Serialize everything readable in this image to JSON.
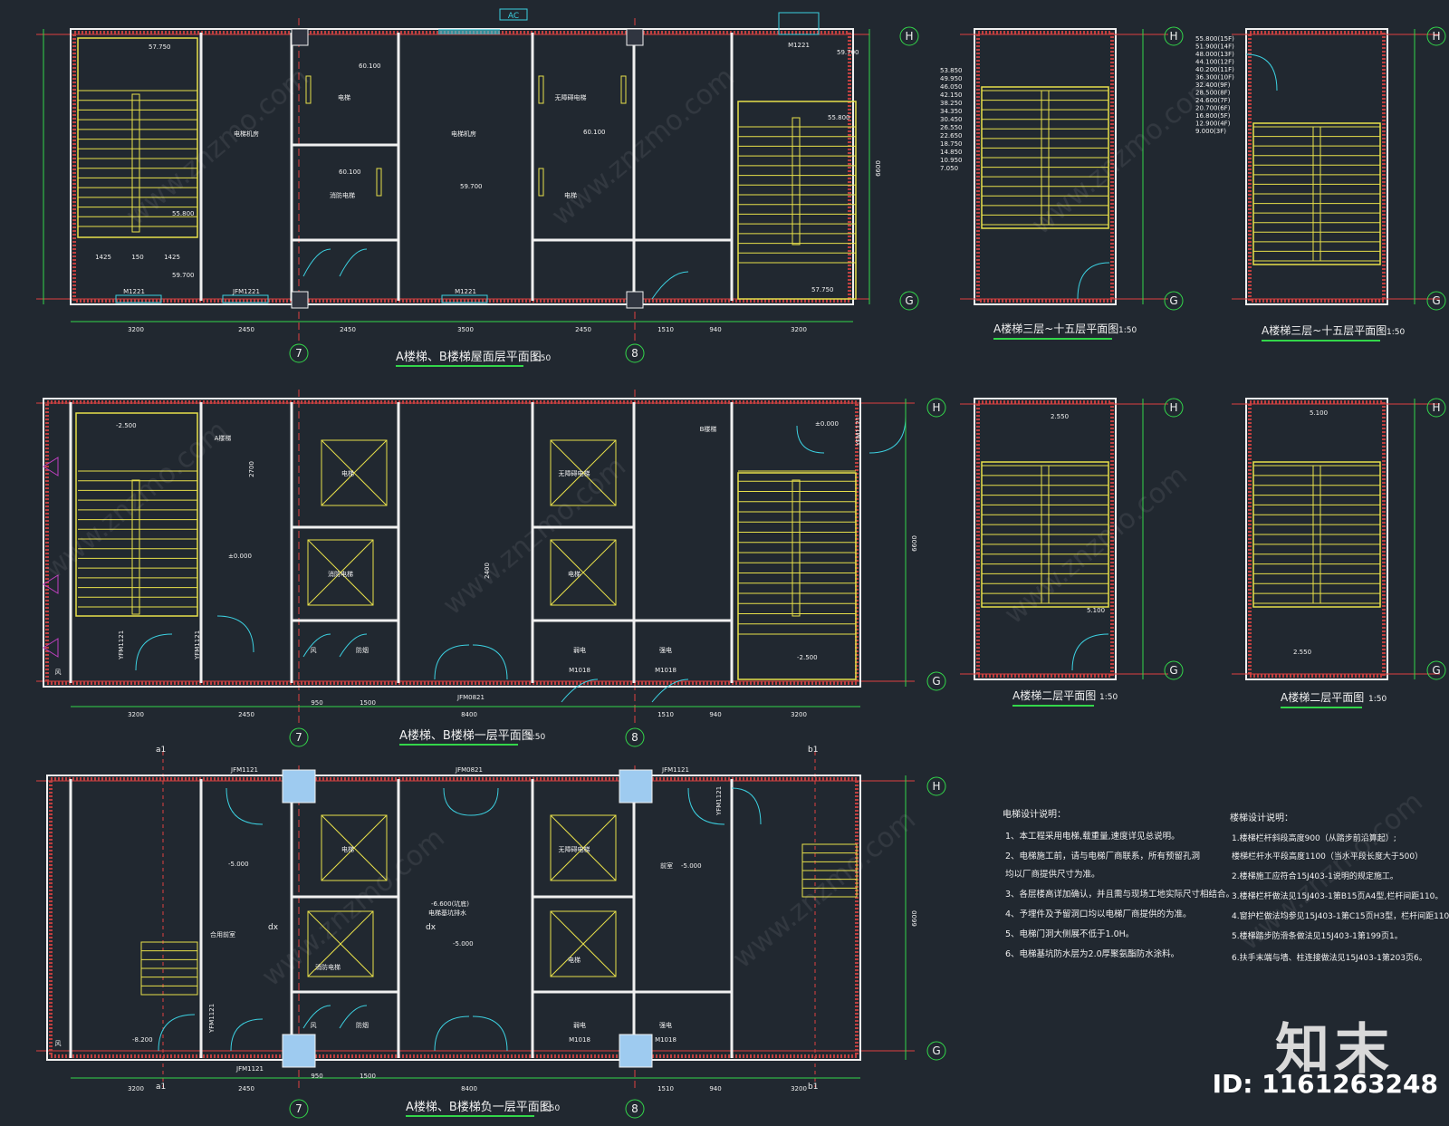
{
  "top_plan": {
    "title": "A楼梯、B楼梯屋面层平面图",
    "scale": "1:50",
    "room_labels": [
      "电梯机房",
      "电梯机房",
      "电梯",
      "无障碍电梯",
      "消防电梯",
      "电梯"
    ],
    "elevations": [
      "57.750",
      "55.800",
      "59.700",
      "60.100",
      "60.100",
      "59.700",
      "60.100",
      "59.700",
      "55.800",
      "57.750"
    ],
    "door_labels": [
      "M1221",
      "JFM1221",
      "M1221",
      "M1221"
    ],
    "dimensions": [
      "3200",
      "2450",
      "2450",
      "3500",
      "2450",
      "1510",
      "940",
      "3200",
      "6600",
      "1425",
      "150",
      "1425"
    ],
    "ac_tag": "AC"
  },
  "first_plan": {
    "title": "A楼梯、B楼梯一层平面图",
    "scale": "1:50",
    "room_labels": [
      "A楼梯",
      "B楼梯",
      "电梯",
      "无障碍电梯",
      "消防电梯",
      "电梯",
      "风",
      "防烟",
      "弱电",
      "强电",
      "风"
    ],
    "elevations": [
      "-2.500",
      "±0.000",
      "±0.000",
      "-2.500"
    ],
    "door_labels": [
      "YFM1121",
      "YFM1121",
      "JFM0821",
      "M1018",
      "M1018",
      "YFM1121"
    ],
    "dimensions": [
      "3200",
      "2450",
      "950",
      "1500",
      "8400",
      "1510",
      "940",
      "3200",
      "6600",
      "2700",
      "2400"
    ]
  },
  "basement_plan": {
    "title": "A楼梯、B楼梯负一层平面图",
    "scale": "1:50",
    "room_labels": [
      "合用前室",
      "前室",
      "电梯",
      "无障碍电梯",
      "消防电梯",
      "电梯",
      "电梯基坑排水",
      "风",
      "防烟",
      "弱电",
      "强电",
      "风"
    ],
    "elevations": [
      "-5.000",
      "-5.000",
      "-6.600(坑底)",
      "-5.000",
      "-8.200"
    ],
    "door_labels": [
      "JFM1121",
      "JFM0821",
      "JFM1121",
      "YFM1121",
      "YFM1121",
      "JFM1121",
      "M1018",
      "M1018"
    ],
    "dimensions": [
      "3200",
      "2450",
      "950",
      "1500",
      "8400",
      "1510",
      "940",
      "3200",
      "6600"
    ],
    "section_marks": [
      "a1",
      "b1",
      "a1",
      "b1",
      "dx",
      "dx"
    ]
  },
  "axis_labels": [
    "H",
    "G",
    "7",
    "8"
  ],
  "small_plans": [
    {
      "title": "A楼梯三层~十五层平面图",
      "scale": "1:50",
      "levels": [
        "53.850",
        "49.950",
        "46.050",
        "42.150",
        "38.250",
        "34.350",
        "30.450",
        "26.550",
        "22.650",
        "18.750",
        "14.850",
        "10.950",
        "7.050"
      ]
    },
    {
      "title": "A楼梯三层~十五层平面图",
      "scale": "1:50",
      "levels": [
        "55.800(15F)",
        "51.900(14F)",
        "48.000(13F)",
        "44.100(12F)",
        "40.200(11F)",
        "36.300(10F)",
        "32.400(9F)",
        "28.500(8F)",
        "24.600(7F)",
        "20.700(6F)",
        "16.800(5F)",
        "12.900(4F)",
        "9.000(3F)"
      ]
    },
    {
      "title": "A楼梯二层平面图",
      "scale": "1:50",
      "levels": [
        "2.550",
        "5.100"
      ]
    },
    {
      "title": "A楼梯二层平面图",
      "scale": "1:50",
      "levels": [
        "5.100",
        "2.550"
      ]
    }
  ],
  "notes_elevator": {
    "heading": "电梯设计说明：",
    "items": [
      "1、本工程采用电梯,载重量,速度详见总说明。",
      "2、电梯施工前，请与电梯厂商联系，所有预留孔洞",
      "    均以厂商提供尺寸为准。",
      "3、各层楼高详加确认，并且需与现场工地实际尺寸相结合。",
      "4、予埋件及予留洞口均以电梯厂商提供的为准。",
      "5、电梯门洞大侧展不低于1.0H。",
      "6、电梯基坑防水层为2.0厚聚氨酯防水涂料。"
    ]
  },
  "notes_stair": {
    "heading": "楼梯设计说明：",
    "items": [
      "1.楼梯栏杆斜段高度900（从踏步前沿算起）;",
      "   楼梯栏杆水平段高度1100（当水平段长度大于500）",
      "2.楼梯施工应符合15J403-1说明的规定施工。",
      "3.楼梯栏杆做法见15J403-1第B15页A4型,栏杆间距110。",
      "4.窗护栏做法均参见15J403-1第C15页H3型，栏杆间距110。",
      "5.楼梯踏步防滑条做法见15J403-1第199页1。",
      "6.扶手末端与墙、柱连接做法见15J403-1第203页6。"
    ]
  },
  "watermark": {
    "logo": "知末",
    "id": "ID: 1161263248",
    "diag_text": "www.znzmo.com"
  },
  "colors": {
    "background": "#212830",
    "wall": "#f0f0f0",
    "hatch": "#e04040",
    "stair": "#e8e04a",
    "dimension": "#33d64a",
    "axis": "#e04040",
    "door": "#3cd0e0",
    "title_underline": "#33d64a",
    "column_fill": "#9ecbf0"
  }
}
